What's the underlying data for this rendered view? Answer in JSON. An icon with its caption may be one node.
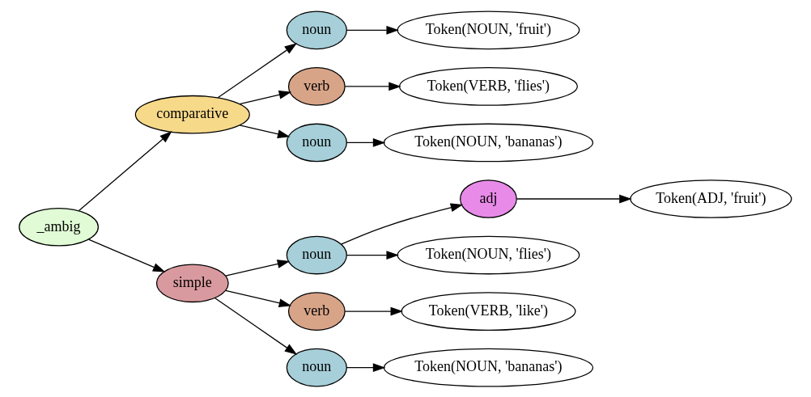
{
  "diagram": {
    "nodes": [
      {
        "text": [
          "_ambig"
        ]
      },
      {
        "text": [
          "comparative"
        ]
      },
      {
        "text": [
          "noun"
        ]
      },
      {
        "text": [
          "Token(NOUN, 'fruit')"
        ]
      },
      {
        "text": [
          "verb"
        ]
      },
      {
        "text": [
          "Token(VERB, 'flies')"
        ]
      },
      {
        "text": [
          "noun"
        ]
      },
      {
        "text": [
          "Token(NOUN, 'bananas')"
        ]
      },
      {
        "text": [
          "simple"
        ]
      },
      {
        "text": [
          "noun"
        ]
      },
      {
        "text": [
          "adj"
        ]
      },
      {
        "text": [
          "Token(ADJ, 'fruit')"
        ]
      },
      {
        "text": [
          "Token(NOUN, 'flies')"
        ]
      },
      {
        "text": [
          "verb"
        ]
      },
      {
        "text": [
          "Token(VERB, 'like')"
        ]
      },
      {
        "text": [
          "noun"
        ]
      },
      {
        "text": [
          "Token(NOUN, 'bananas')"
        ]
      }
    ],
    "edges": [
      {
        "from": 0,
        "to": 1,
        "arrow": "to"
      },
      {
        "from": 0,
        "to": 8,
        "arrow": "to"
      },
      {
        "from": 1,
        "to": 2,
        "arrow": "to"
      },
      {
        "from": 1,
        "to": 4,
        "arrow": "to"
      },
      {
        "from": 1,
        "to": 6,
        "arrow": "to"
      },
      {
        "from": 2,
        "to": 3,
        "arrow": "to"
      },
      {
        "from": 4,
        "to": 5,
        "arrow": "to"
      },
      {
        "from": 6,
        "to": 7,
        "arrow": "to"
      },
      {
        "from": 8,
        "to": 9,
        "arrow": "to"
      },
      {
        "from": 8,
        "to": 13,
        "arrow": "to"
      },
      {
        "from": 8,
        "to": 15,
        "arrow": "to"
      },
      {
        "from": 9,
        "to": 10,
        "arrow": "to"
      },
      {
        "from": 9,
        "to": 12,
        "arrow": "to"
      },
      {
        "from": 10,
        "to": 11,
        "arrow": "to"
      },
      {
        "from": 13,
        "to": 14,
        "arrow": "to"
      },
      {
        "from": 15,
        "to": 16,
        "arrow": "to"
      }
    ]
  }
}
